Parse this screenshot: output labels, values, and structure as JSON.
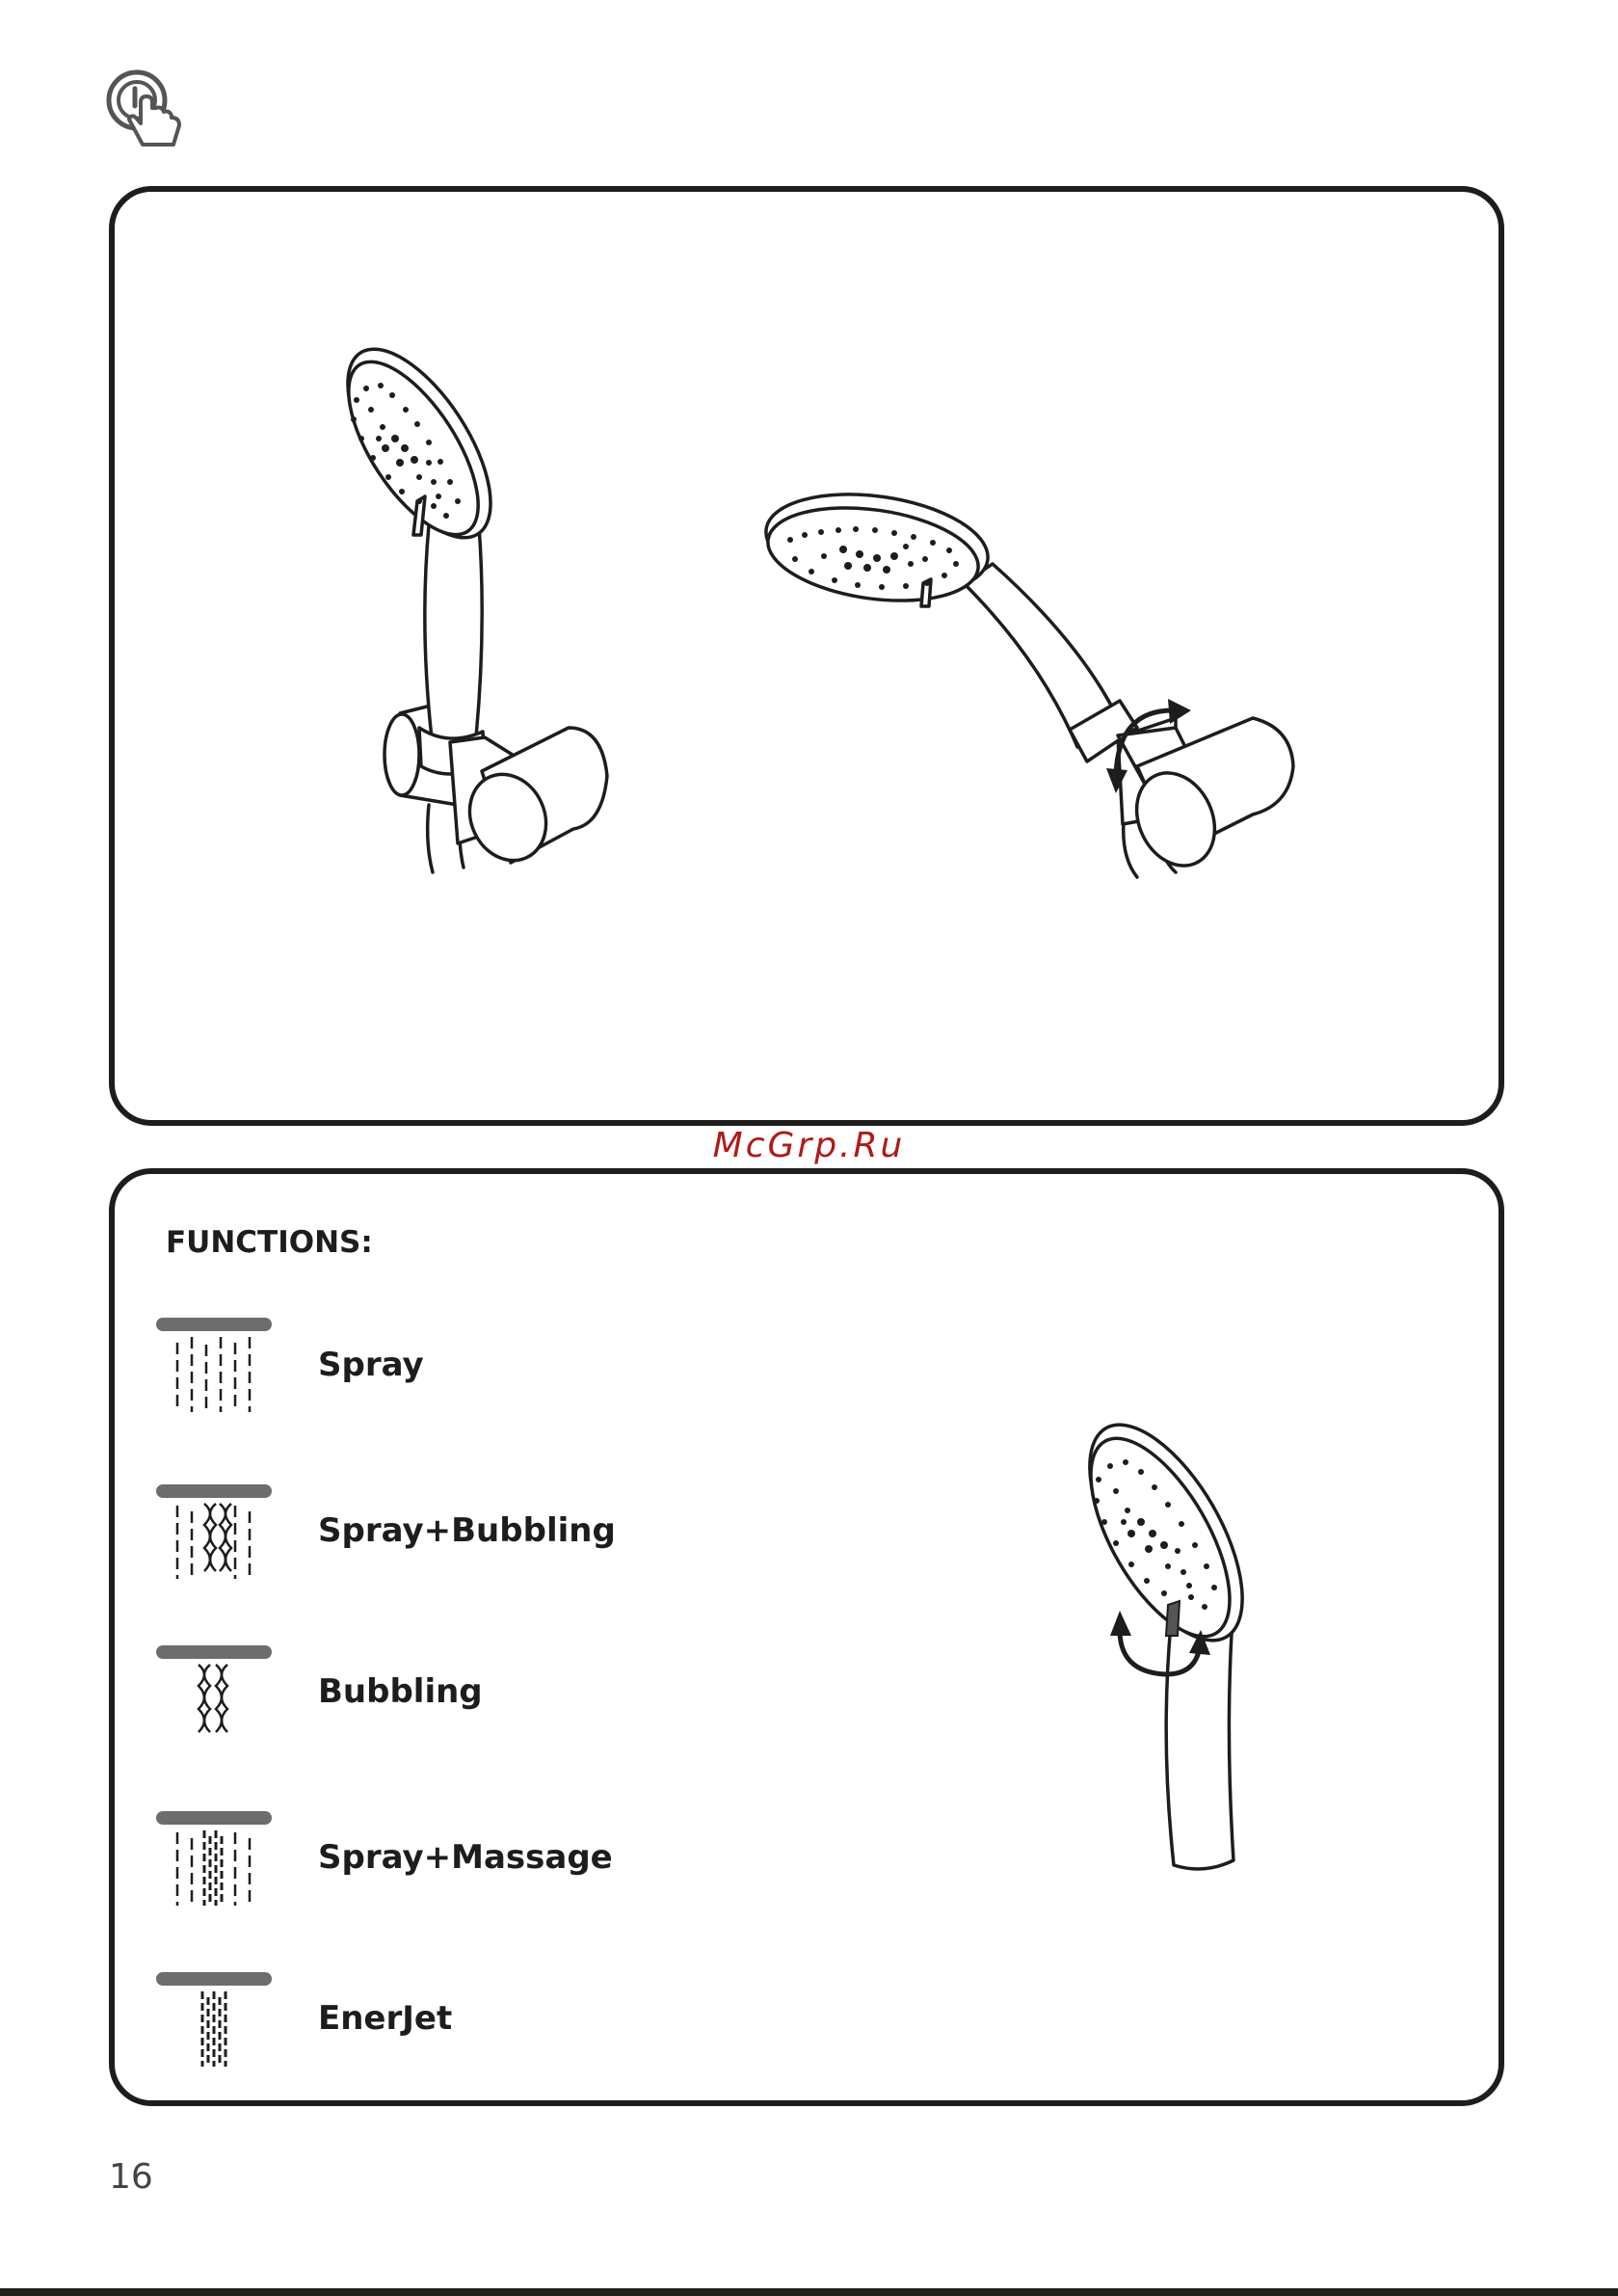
{
  "watermark": "McGrp.Ru",
  "functions": {
    "title": "FUNCTIONS:",
    "items": [
      {
        "label": "Spray",
        "icon": "spray-icon"
      },
      {
        "label": "Spray+Bubbling",
        "icon": "spray-bubbling-icon"
      },
      {
        "label": "Bubbling",
        "icon": "bubbling-icon"
      },
      {
        "label": "Spray+Massage",
        "icon": "spray-massage-icon"
      },
      {
        "label": "EnerJet",
        "icon": "enerjet-icon"
      }
    ]
  },
  "page_number": "16",
  "colors": {
    "border": "#1d1d1b",
    "watermark": "#b01a17",
    "bar": "#6d6d6d"
  }
}
